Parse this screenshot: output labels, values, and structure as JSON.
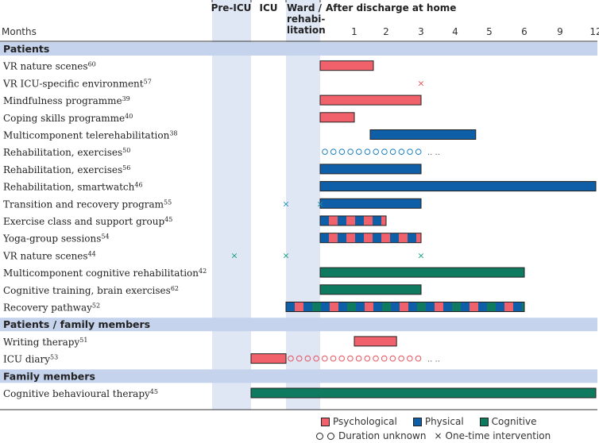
{
  "chart_data": {
    "type": "timeline",
    "header": {
      "pre_icu": "Pre-ICU",
      "icu": "ICU",
      "ward_lines": [
        "Ward /",
        "rehabi-",
        "litation"
      ],
      "after": "After discharge at home",
      "months_label": "Months"
    },
    "month_ticks": [
      "1",
      "2",
      "3",
      "4",
      "5",
      "6",
      "9",
      "12"
    ],
    "colors": {
      "psychological": "#f0616b",
      "physical": "#0e5fa8",
      "cognitive": "#0e7a5f",
      "section_band": "#c6d3ec",
      "phase_shade": "#dfe6f4",
      "one_time_physical": "#1a8fb5",
      "one_time_cognitive": "#14a082",
      "unknown_psych": "#e8505a",
      "unknown_phys": "#1a7fc0"
    },
    "groups": [
      {
        "title": "Patients",
        "rows": [
          {
            "label": "VR nature scenes",
            "ref": "60",
            "bars": [
              {
                "type": "psychological",
                "start": "ward_end",
                "end": 1.6
              }
            ]
          },
          {
            "label": "VR ICU-specific environment",
            "ref": "57",
            "marks": [
              {
                "type": "psychological",
                "at": 3
              }
            ]
          },
          {
            "label": "Mindfulness programme",
            "ref": "39",
            "bars": [
              {
                "type": "psychological",
                "start": "ward_end",
                "end": 3
              }
            ]
          },
          {
            "label": "Coping skills programme",
            "ref": "40",
            "bars": [
              {
                "type": "psychological",
                "start": "ward_end",
                "end": 1
              }
            ]
          },
          {
            "label": "Multicomponent telerehabilitation",
            "ref": "38",
            "bars": [
              {
                "type": "physical",
                "start": 1.5,
                "end": 4.6
              }
            ]
          },
          {
            "label": "Rehabilitation, exercises",
            "ref": "50",
            "unknown": {
              "type": "physical",
              "start": "ward_end",
              "end": 3
            }
          },
          {
            "label": "Rehabilitation, exercises",
            "ref": "56",
            "bars": [
              {
                "type": "physical",
                "start": "ward_end",
                "end": 3
              }
            ]
          },
          {
            "label": "Rehabilitation, smartwatch",
            "ref": "46",
            "bars": [
              {
                "type": "physical",
                "start": "ward_end",
                "end": 12
              }
            ]
          },
          {
            "label": "Transition and recovery program",
            "ref": "55",
            "bars": [
              {
                "type": "physical",
                "start": "ward_end",
                "end": 3
              }
            ],
            "marks": [
              {
                "type": "physical",
                "at": "ward_start"
              },
              {
                "type": "physical",
                "at": "ward_end"
              }
            ]
          },
          {
            "label": "Exercise class and support group",
            "ref": "45",
            "bars": [
              {
                "type": "mixed",
                "pattern": [
                  "physical",
                  "psychological"
                ],
                "start": "ward_end",
                "end": 2
              }
            ]
          },
          {
            "label": "Yoga-group sessions",
            "ref": "54",
            "bars": [
              {
                "type": "mixed",
                "pattern": [
                  "physical",
                  "psychological"
                ],
                "start": "ward_end",
                "end": 3
              }
            ]
          },
          {
            "label": "VR nature scenes",
            "ref": "44",
            "marks": [
              {
                "type": "cognitive",
                "at": "preicu_mid"
              },
              {
                "type": "cognitive",
                "at": "icu_end"
              },
              {
                "type": "cognitive",
                "at": 3
              }
            ]
          },
          {
            "label": "Multicomponent cognitive rehabilitation",
            "ref": "42",
            "bars": [
              {
                "type": "cognitive",
                "start": "ward_end",
                "end": 6
              }
            ]
          },
          {
            "label": "Cognitive training, brain exercises",
            "ref": "62",
            "bars": [
              {
                "type": "cognitive",
                "start": "ward_end",
                "end": 3
              }
            ]
          },
          {
            "label": "Recovery pathway",
            "ref": "52",
            "bars": [
              {
                "type": "mixed",
                "pattern": [
                  "physical",
                  "psychological",
                  "physical",
                  "cognitive"
                ],
                "start": "ward_start",
                "end": 6
              }
            ]
          }
        ]
      },
      {
        "title": "Patients / family members",
        "rows": [
          {
            "label": "Writing therapy",
            "ref": "51",
            "bars": [
              {
                "type": "psychological",
                "start": 1,
                "end": 2.3
              }
            ]
          },
          {
            "label": "ICU diary",
            "ref": "53",
            "bars": [
              {
                "type": "psychological",
                "start": "icu_start",
                "end": "icu_end"
              }
            ],
            "unknown": {
              "type": "psychological",
              "start": "icu_end",
              "end": 3
            }
          }
        ]
      },
      {
        "title": "Family members",
        "rows": [
          {
            "label": "Cognitive behavioural therapy",
            "ref": "45",
            "bars": [
              {
                "type": "cognitive",
                "start": "icu_start",
                "end": 12
              }
            ]
          }
        ]
      }
    ],
    "legend": {
      "psychological": "Psychological",
      "physical": "Physical",
      "cognitive": "Cognitive",
      "duration_unknown": "Duration unknown",
      "one_time": "One-time intervention"
    },
    "ellipsis": ".. .."
  }
}
